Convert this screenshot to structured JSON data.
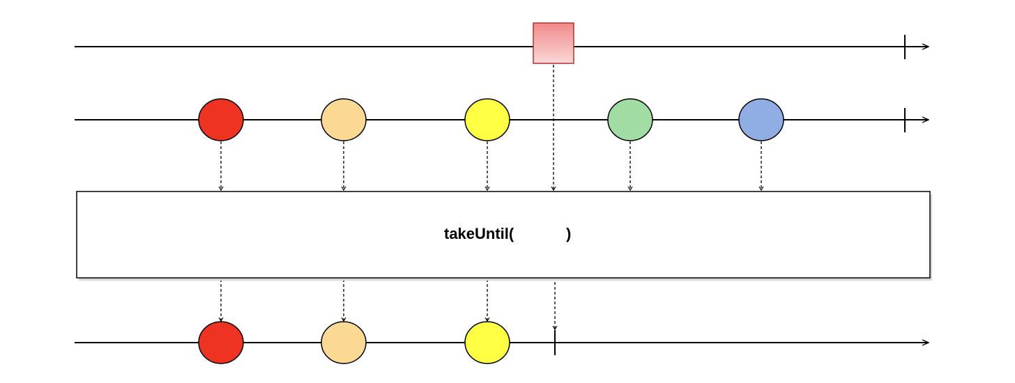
{
  "operator": {
    "label_prefix": "takeUntil(",
    "label_suffix": ")"
  },
  "colors": {
    "line": "#000000",
    "box_border": "#000000",
    "box_fill": "#ffffff",
    "notifier_top": "#f08a8a",
    "notifier_bottom": "#fbd7d7",
    "notifier_border": "#b03030",
    "red": "#ee3323",
    "orange": "#fad994",
    "yellow": "#ffff44",
    "green": "#a0dca4",
    "blue": "#90aee4"
  },
  "streams": {
    "notifier": {
      "events": [
        {
          "shape": "square",
          "color": "notifier",
          "completes_at_end": true
        }
      ]
    },
    "source": {
      "events": [
        {
          "color": "red"
        },
        {
          "color": "orange"
        },
        {
          "color": "yellow"
        },
        {
          "color": "green"
        },
        {
          "color": "blue"
        }
      ],
      "completes_at_end": true
    },
    "result": {
      "events": [
        {
          "color": "red"
        },
        {
          "color": "orange"
        },
        {
          "color": "yellow"
        }
      ],
      "completes_after_last": true
    }
  }
}
